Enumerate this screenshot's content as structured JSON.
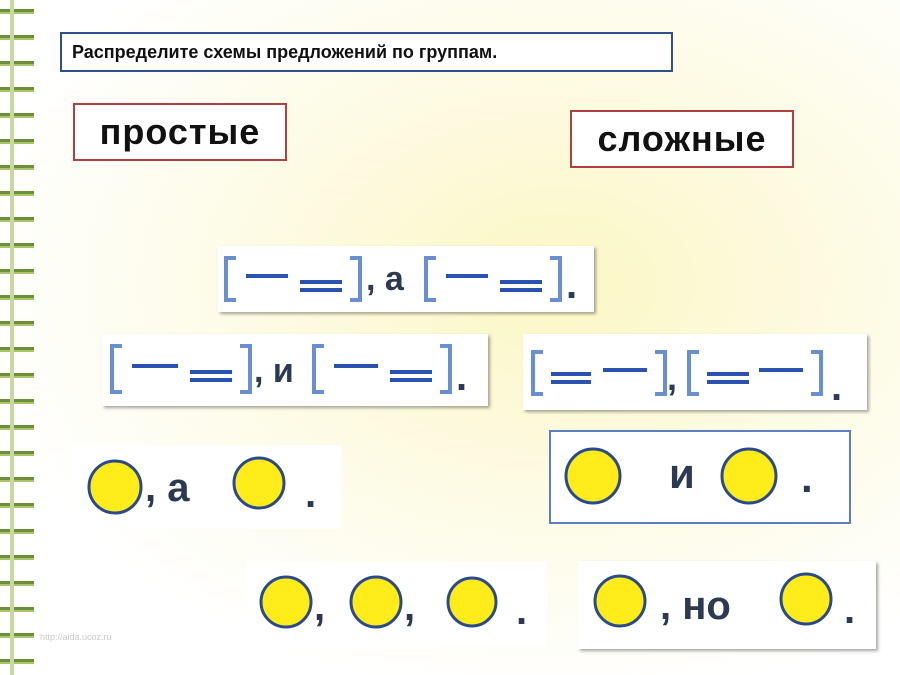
{
  "instruction": "Распределите схемы предложений по группам.",
  "groups": {
    "simple": "простые",
    "complex": "сложные"
  },
  "schemes": {
    "s1_conj": ", а",
    "s1_end": ".",
    "s2_conj": ", и",
    "s2_end": ".",
    "s3_comma": ",",
    "s3_end": ".",
    "c1_conj": ", а",
    "c1_end": ".",
    "c2_conj": "и",
    "c2_end": ".",
    "c3_comma1": ",",
    "c3_comma2": ",",
    "c3_end": ".",
    "c4_conj": ", но",
    "c4_end": "."
  },
  "watermark": "http://aida.ucoz.ru",
  "colors": {
    "circle_fill": "#ffec1a",
    "bracket": "#6a8fd0",
    "label_border": "#b04040",
    "instruction_border": "#2f4f8f"
  }
}
